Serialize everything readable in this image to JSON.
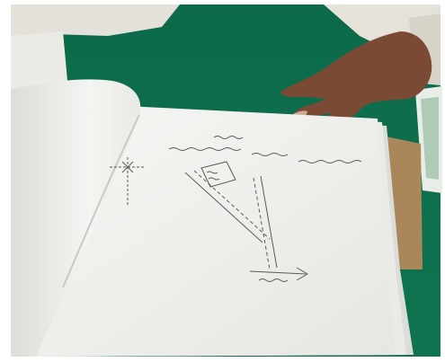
{
  "image": {
    "alt": "",
    "subjects": [
      "hand",
      "stack-of-papers",
      "hand-drawn-sketch",
      "green-table"
    ]
  },
  "colors": {
    "table_green": "#0e6b4c",
    "paper_white": "#f3f3f1",
    "paper_shadow": "#d9d9d6",
    "cardboard": "#a9875a",
    "skin": "#7a4a35",
    "sleeve": "#e7e4dc",
    "ink": "#5a5a5a"
  }
}
